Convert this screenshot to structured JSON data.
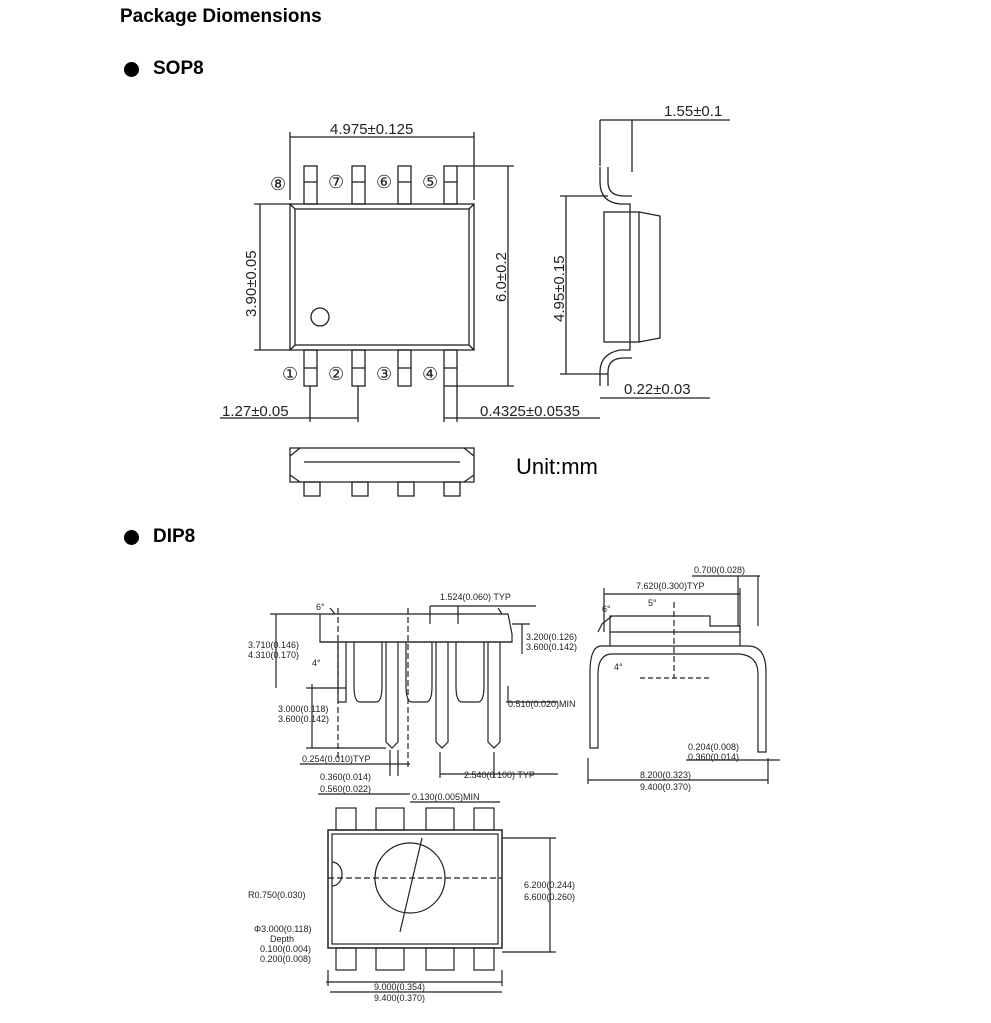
{
  "page": {
    "title": "Package Diomensions"
  },
  "sop8": {
    "heading": "SOP8",
    "dims": {
      "top_width": "4.975±0.125",
      "left_height": "3.90±0.05",
      "right_height": "6.0±0.2",
      "side_top": "1.55±0.1",
      "side_height": "4.95±0.15",
      "side_lead": "0.22±0.03",
      "pitch": "1.27±0.05",
      "lead_width": "0.4325±0.0535"
    },
    "pins": {
      "p1": "①",
      "p2": "②",
      "p3": "③",
      "p4": "④",
      "p5": "⑤",
      "p6": "⑥",
      "p7": "⑦",
      "p8": "⑧"
    },
    "unit": "Unit:mm"
  },
  "dip8": {
    "heading": "DIP8",
    "dims": {
      "typ_pitch_top": "1.524(0.060) TYP",
      "angle_left": "6°",
      "h1a": "3.710(0.146)",
      "h1b": "4.310(0.170)",
      "angle_small": "4°",
      "h2a": "3.200(0.126)",
      "h2b": "3.600(0.142)",
      "min510": "0.510(0.020)MIN",
      "lead_a": "3.000(0.118)",
      "lead_b": "3.600(0.142)",
      "typ254": "0.254(0.010)TYP",
      "w360": "0.360(0.014)",
      "w560": "0.560(0.022)",
      "typ2540": "2.540(0.100) TYP",
      "right_top": "0.700(0.028)",
      "typ7620": "7.620(0.300)TYP",
      "angle_r1": "6°",
      "angle_r2": "5°",
      "angle_r3": "4°",
      "r204": "0.204(0.008)",
      "r360": "0.360(0.014)",
      "w8200": "8.200(0.323)",
      "w9400": "9.400(0.370)",
      "min130": "0.130(0.005)MIN",
      "r750": "R0.750(0.030)",
      "h6200": "6.200(0.244)",
      "h6600": "6.600(0.260)",
      "phi": "Φ3.000(0.118)",
      "depth": "Depth",
      "d100": "0.100(0.004)",
      "d200": "0.200(0.008)",
      "b9000": "9.000(0.354)",
      "b9400": "9.400(0.370)"
    }
  }
}
